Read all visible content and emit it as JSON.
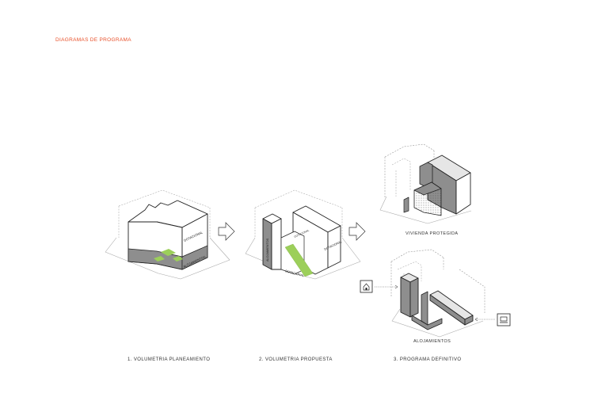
{
  "header": {
    "title": "DIAGRAMAS DE PROGRAMA"
  },
  "diagrams": [
    {
      "caption": "1.   VOLUMETRIA PLANEAMIENTO",
      "labels": {
        "upper": "DOTACIONAL",
        "lower": "ALOJAMIENTOS"
      }
    },
    {
      "caption": "2.   VOLUMETRIA PROPUESTA",
      "labels": {
        "left": "ALOJAMIENTOS",
        "ramp": "DOTACIONAL",
        "center": "DOTACIONAL",
        "right": "DOTACIONAL"
      }
    },
    {
      "caption": "3.   PROGRAMA DEFINITIVO",
      "sub_top": "VIVIENDA PROTEGIDA",
      "sub_bottom": "ALOJAMIENTOS"
    }
  ],
  "colors": {
    "accent": "#e8502a",
    "green": "#9ccf5a",
    "gray": "#8e8e8e"
  }
}
